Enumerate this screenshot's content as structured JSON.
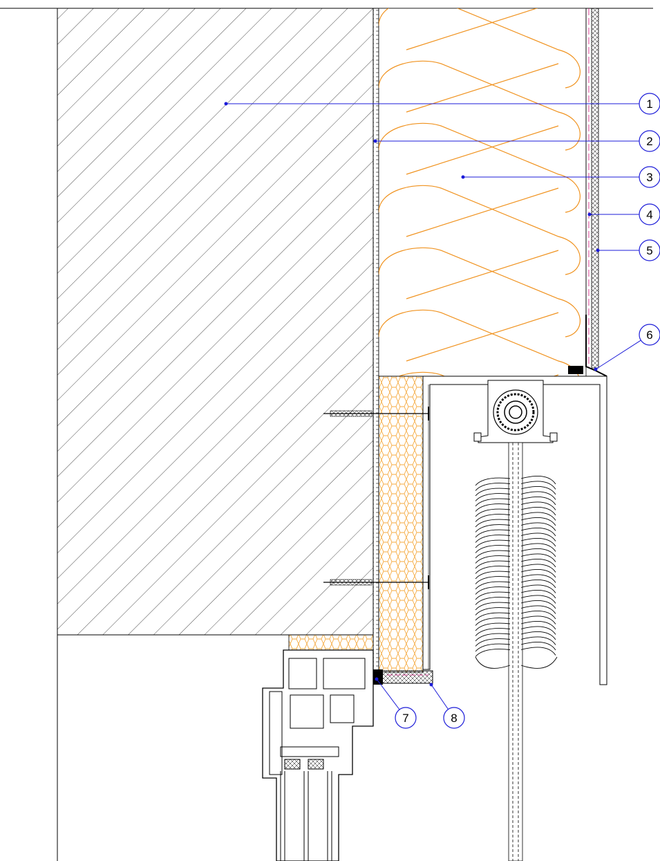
{
  "callouts": [
    {
      "number": "1"
    },
    {
      "number": "2"
    },
    {
      "number": "3"
    },
    {
      "number": "4"
    },
    {
      "number": "5"
    },
    {
      "number": "6"
    },
    {
      "number": "7"
    },
    {
      "number": "8"
    }
  ],
  "colors": {
    "line": "#000000",
    "insulation": "#f0921e",
    "foam": "#f5a93e",
    "callout": "#1b1bd8",
    "membrane": "#d4147a",
    "background": "#ffffff"
  }
}
